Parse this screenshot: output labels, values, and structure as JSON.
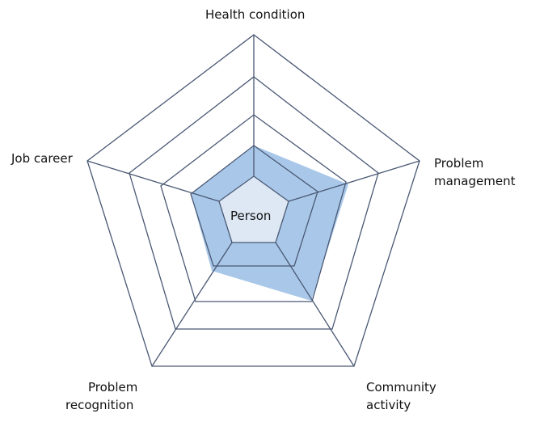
{
  "diagram": {
    "center_label": "Person",
    "axes": [
      {
        "label_lines": [
          "Health condition"
        ]
      },
      {
        "label_lines": [
          "Problem",
          "management"
        ]
      },
      {
        "label_lines": [
          "Community",
          "activity"
        ]
      },
      {
        "label_lines": [
          "Problem",
          "recognition"
        ]
      },
      {
        "label_lines": [
          "Job career"
        ]
      }
    ],
    "colors": {
      "grid_line": "#4a5874",
      "outer_fill": "#a9c8e9",
      "middle_fill": "#a9c8e9",
      "inner_fill": "#dde8f4"
    }
  }
}
